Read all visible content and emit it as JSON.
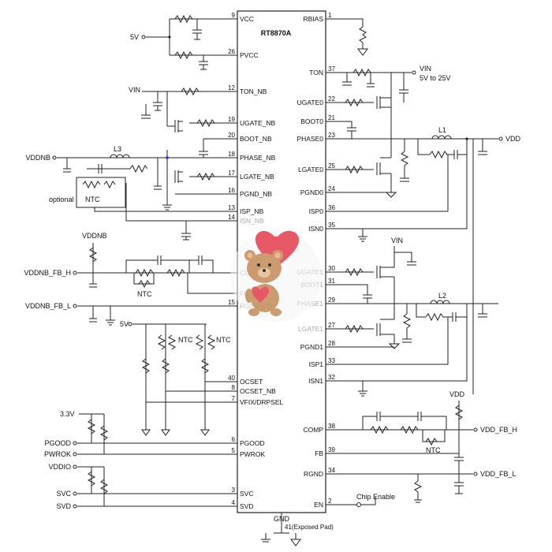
{
  "chip": {
    "name": "RT8870A",
    "gnd_label": "GND",
    "pin41_label": "41(Exposed Pad)"
  },
  "left_pins": [
    {
      "num": "9",
      "name": "VCC"
    },
    {
      "num": "26",
      "name": "PVCC"
    },
    {
      "num": "12",
      "name": "TON_NB"
    },
    {
      "num": "19",
      "name": "UGATE_NB"
    },
    {
      "num": "20",
      "name": "BOOT_NB"
    },
    {
      "num": "18",
      "name": "PHASE_NB"
    },
    {
      "num": "17",
      "name": "LGATE_NB"
    },
    {
      "num": "16",
      "name": "PGND_NB"
    },
    {
      "num": "13",
      "name": "ISP_NB"
    },
    {
      "num": "14",
      "name": "ISN_NB"
    },
    {
      "num": "",
      "name": "COMP_NB"
    },
    {
      "num": "",
      "name": "FB_NB"
    },
    {
      "num": "15",
      "name": "RGND_NB"
    },
    {
      "num": "40",
      "name": "OCSET"
    },
    {
      "num": "8",
      "name": "OCSET_NB"
    },
    {
      "num": "7",
      "name": "VFIX/DRPSEL"
    },
    {
      "num": "6",
      "name": "PGOOD"
    },
    {
      "num": "5",
      "name": "PWROK"
    },
    {
      "num": "3",
      "name": "SVC"
    },
    {
      "num": "4",
      "name": "SVD"
    }
  ],
  "right_pins": [
    {
      "num": "1",
      "name": "RBIAS"
    },
    {
      "num": "37",
      "name": "TON"
    },
    {
      "num": "22",
      "name": "UGATE0"
    },
    {
      "num": "21",
      "name": "BOOT0"
    },
    {
      "num": "23",
      "name": "PHASE0"
    },
    {
      "num": "25",
      "name": "LGATE0"
    },
    {
      "num": "24",
      "name": "PGND0"
    },
    {
      "num": "36",
      "name": "ISP0"
    },
    {
      "num": "35",
      "name": "ISN0"
    },
    {
      "num": "30",
      "name": "UGATE1"
    },
    {
      "num": "31",
      "name": "BOOT1"
    },
    {
      "num": "29",
      "name": "PHASE1"
    },
    {
      "num": "27",
      "name": "LGATE1"
    },
    {
      "num": "28",
      "name": "PGND1"
    },
    {
      "num": "33",
      "name": "ISP1"
    },
    {
      "num": "32",
      "name": "ISN1"
    },
    {
      "num": "38",
      "name": "COMP"
    },
    {
      "num": "39",
      "name": "FB"
    },
    {
      "num": "34",
      "name": "RGND"
    },
    {
      "num": "2",
      "name": "EN"
    }
  ],
  "nets": {
    "v5_top": "5V",
    "vin_nb": "VIN",
    "vddnb": "VDDNB",
    "l3": "L3",
    "optional": "optional",
    "ntc": "NTC",
    "vddnb_fb_h": "VDDNB_FB_H",
    "vddnb_fb_l": "VDDNB_FB_L",
    "v5_mid": "5V",
    "v33": "3.3V",
    "pgood": "PGOOD",
    "pwrok": "PWROK",
    "vddio": "VDDIO",
    "svc": "SVC",
    "svd": "SVD",
    "vin_top": "VIN",
    "vin_range": "5V to 25V",
    "l1": "L1",
    "vdd": "VDD",
    "vin_mid": "VIN",
    "l2": "L2",
    "vdd_fb_h": "VDD_FB_H",
    "vdd_fb_l": "VDD_FB_L",
    "chip_enable": "Chip Enable"
  }
}
